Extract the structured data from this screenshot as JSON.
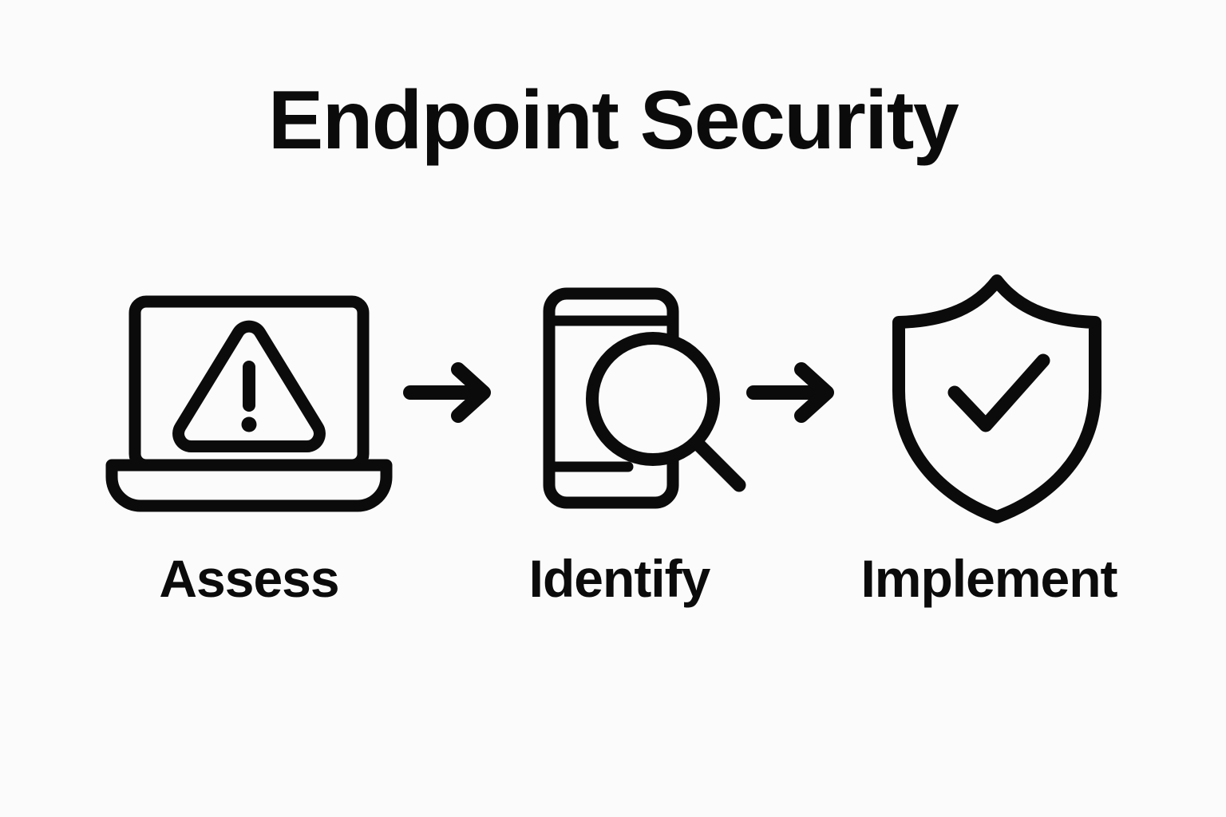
{
  "page": {
    "title": "Endpoint Security",
    "background_color": "#fbfbfb",
    "ink_color": "#0b0b0b"
  },
  "flow": {
    "orientation": "horizontal",
    "connector_icon": "arrow-right-icon",
    "steps": [
      {
        "index": 1,
        "label": "Assess",
        "icon": "laptop-warning-icon",
        "icon_description": "Laptop with warning triangle and exclamation mark on screen"
      },
      {
        "index": 2,
        "label": "Identify",
        "icon": "mobile-search-icon",
        "icon_description": "Mobile phone with magnifying glass"
      },
      {
        "index": 3,
        "label": "Implement",
        "icon": "shield-check-icon",
        "icon_description": "Shield with checkmark"
      }
    ]
  }
}
